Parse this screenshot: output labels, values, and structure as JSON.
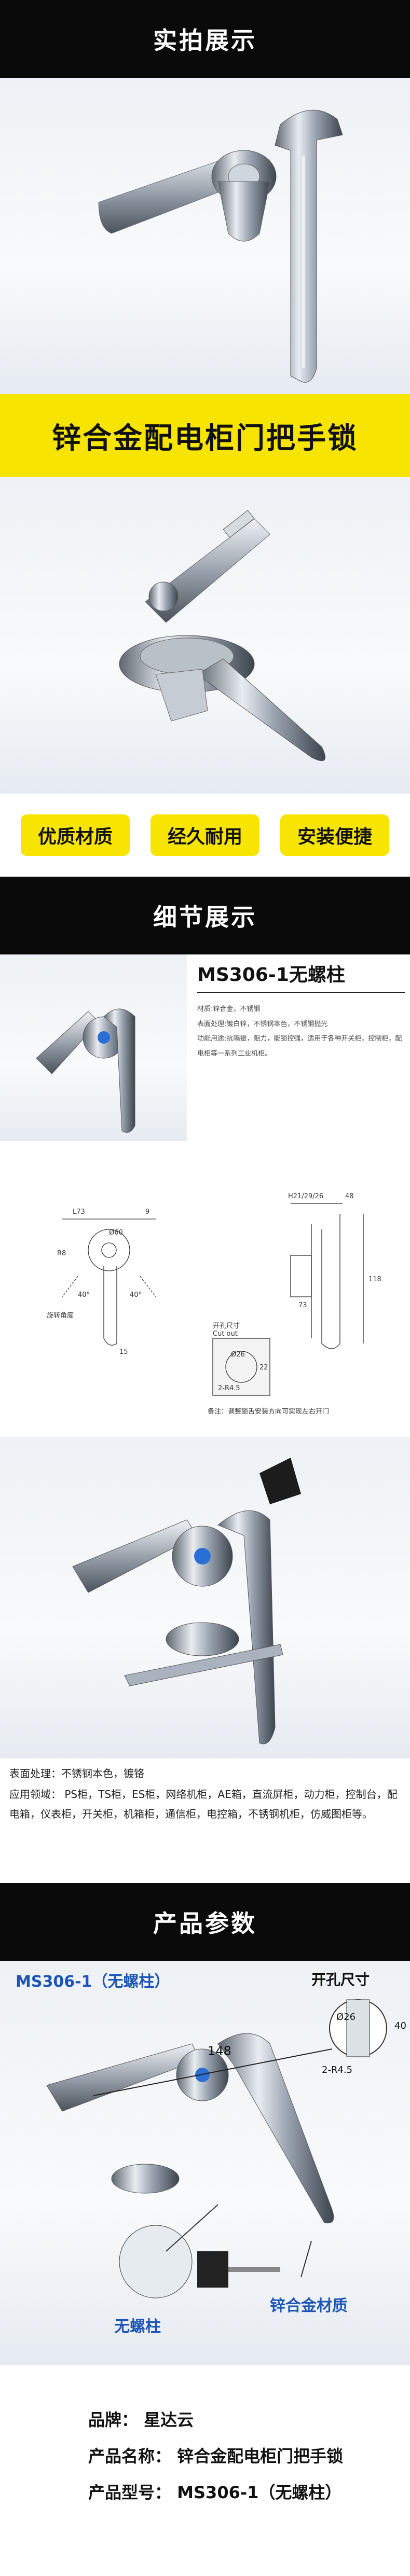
{
  "sections": {
    "s1_title": "实拍展示",
    "s2_title": "细节展示",
    "s3_title": "产品参数"
  },
  "product_banner": "锌合金配电柜门把手锁",
  "features": [
    "优质材质",
    "经久耐用",
    "安装便捷"
  ],
  "detail": {
    "model_title": "MS306-1无螺柱",
    "material": "材质:锌合金，不锈钢",
    "surface": "表面处理:镀白锌，不锈钢本色，不锈钢抛光",
    "function": "功能用途:抗隔振，阻力，能锁控强，适用于各种开关柜，控制柜，配电柜等一系列工业机柜。",
    "dims": {
      "d_l73": "L73",
      "d_9": "9",
      "d_phi60": "Ø60",
      "d_r8": "R8",
      "d_40a": "40°",
      "d_40b": "40°",
      "d_15": "15",
      "d_rot": "旋转角度",
      "d_h": "H21/29/26",
      "d_48": "48",
      "d_73": "73",
      "d_118": "118",
      "cutout_cn": "开孔尺寸",
      "cutout_en": "Cut out",
      "cut_phi26": "Ø26",
      "cut_22": "22",
      "cut_r45": "2-R4.5",
      "note": "备注：调整锁舌安装方向可实现左右开门"
    }
  },
  "surface_text": "表面处理：不锈钢本色，镀铬",
  "application_text": "应用领域： PS柜，TS柜，ES柜，网络机柜，AE箱，直流屏柜，动力柜，控制台，配电箱，仪表柜，开关柜，机箱柜，通信柜，电控箱，不锈钢机柜，仿威图柜等。",
  "params": {
    "model_title": "MS306-1（无螺柱）",
    "cutout_label": "开孔尺寸",
    "phi26": "Ø26",
    "dim40": "40",
    "r45": "2-R4.5",
    "length": "148",
    "no_stud": "无螺柱",
    "zinc_alloy": "锌合金材质",
    "brand_label": "品牌：",
    "brand_value": "星达云",
    "name_label": "产品名称：",
    "name_value": "锌合金配电柜门把手锁",
    "model_label": "产品型号：",
    "model_value": "MS306-1（无螺柱）"
  },
  "colors": {
    "banner_bg": "#0a0a0a",
    "accent_yellow": "#f7e400",
    "label_blue": "#1c55b6"
  }
}
